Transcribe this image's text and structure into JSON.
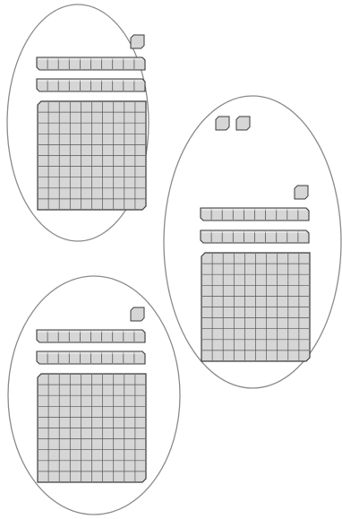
{
  "colors": {
    "background": "#ffffff",
    "circle_stroke": "#8a8a8a",
    "block_fill": "#d6d6d6",
    "block_edge": "#3a3a3a",
    "block_top_edge": "#f2f2f2"
  },
  "groups": [
    {
      "name": "group-1",
      "hundreds": 1,
      "tens": 2,
      "ones": 1
    },
    {
      "name": "group-2",
      "hundreds": 1,
      "tens": 2,
      "ones": 3
    },
    {
      "name": "group-3",
      "hundreds": 1,
      "tens": 2,
      "ones": 1
    }
  ]
}
